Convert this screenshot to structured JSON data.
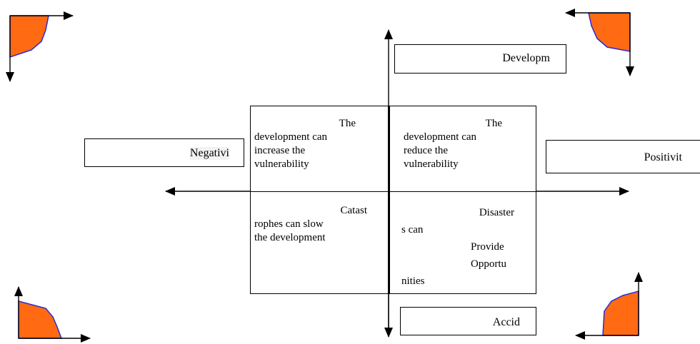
{
  "diagram": {
    "axis_top_label": "Developm",
    "axis_bottom_label": "Accid",
    "axis_left_label": "Negativi",
    "axis_right_label": "Positivit",
    "quadrants": {
      "top_left": {
        "l1": "The",
        "l2a": "development",
        "l2b": "can",
        "l3a": "increase",
        "l3b": "the",
        "l4": "vulnerability"
      },
      "top_right": {
        "l1": "The",
        "l2a": "development",
        "l2b": "can",
        "l3a": "reduce",
        "l3b": "the",
        "l4": "vulnerability"
      },
      "bottom_left": {
        "l1": "Catast",
        "l2a": "rophes",
        "l2b": "can",
        "l2c": "slow",
        "l3": "the development"
      },
      "bottom_right": {
        "l1": "Disaster",
        "l2": "s can",
        "l3": "Provide",
        "l4": "Opportu",
        "l5": "nities"
      }
    },
    "colors": {
      "shape_fill": "#ff6a13",
      "shape_stroke": "#2a2ad8"
    }
  }
}
